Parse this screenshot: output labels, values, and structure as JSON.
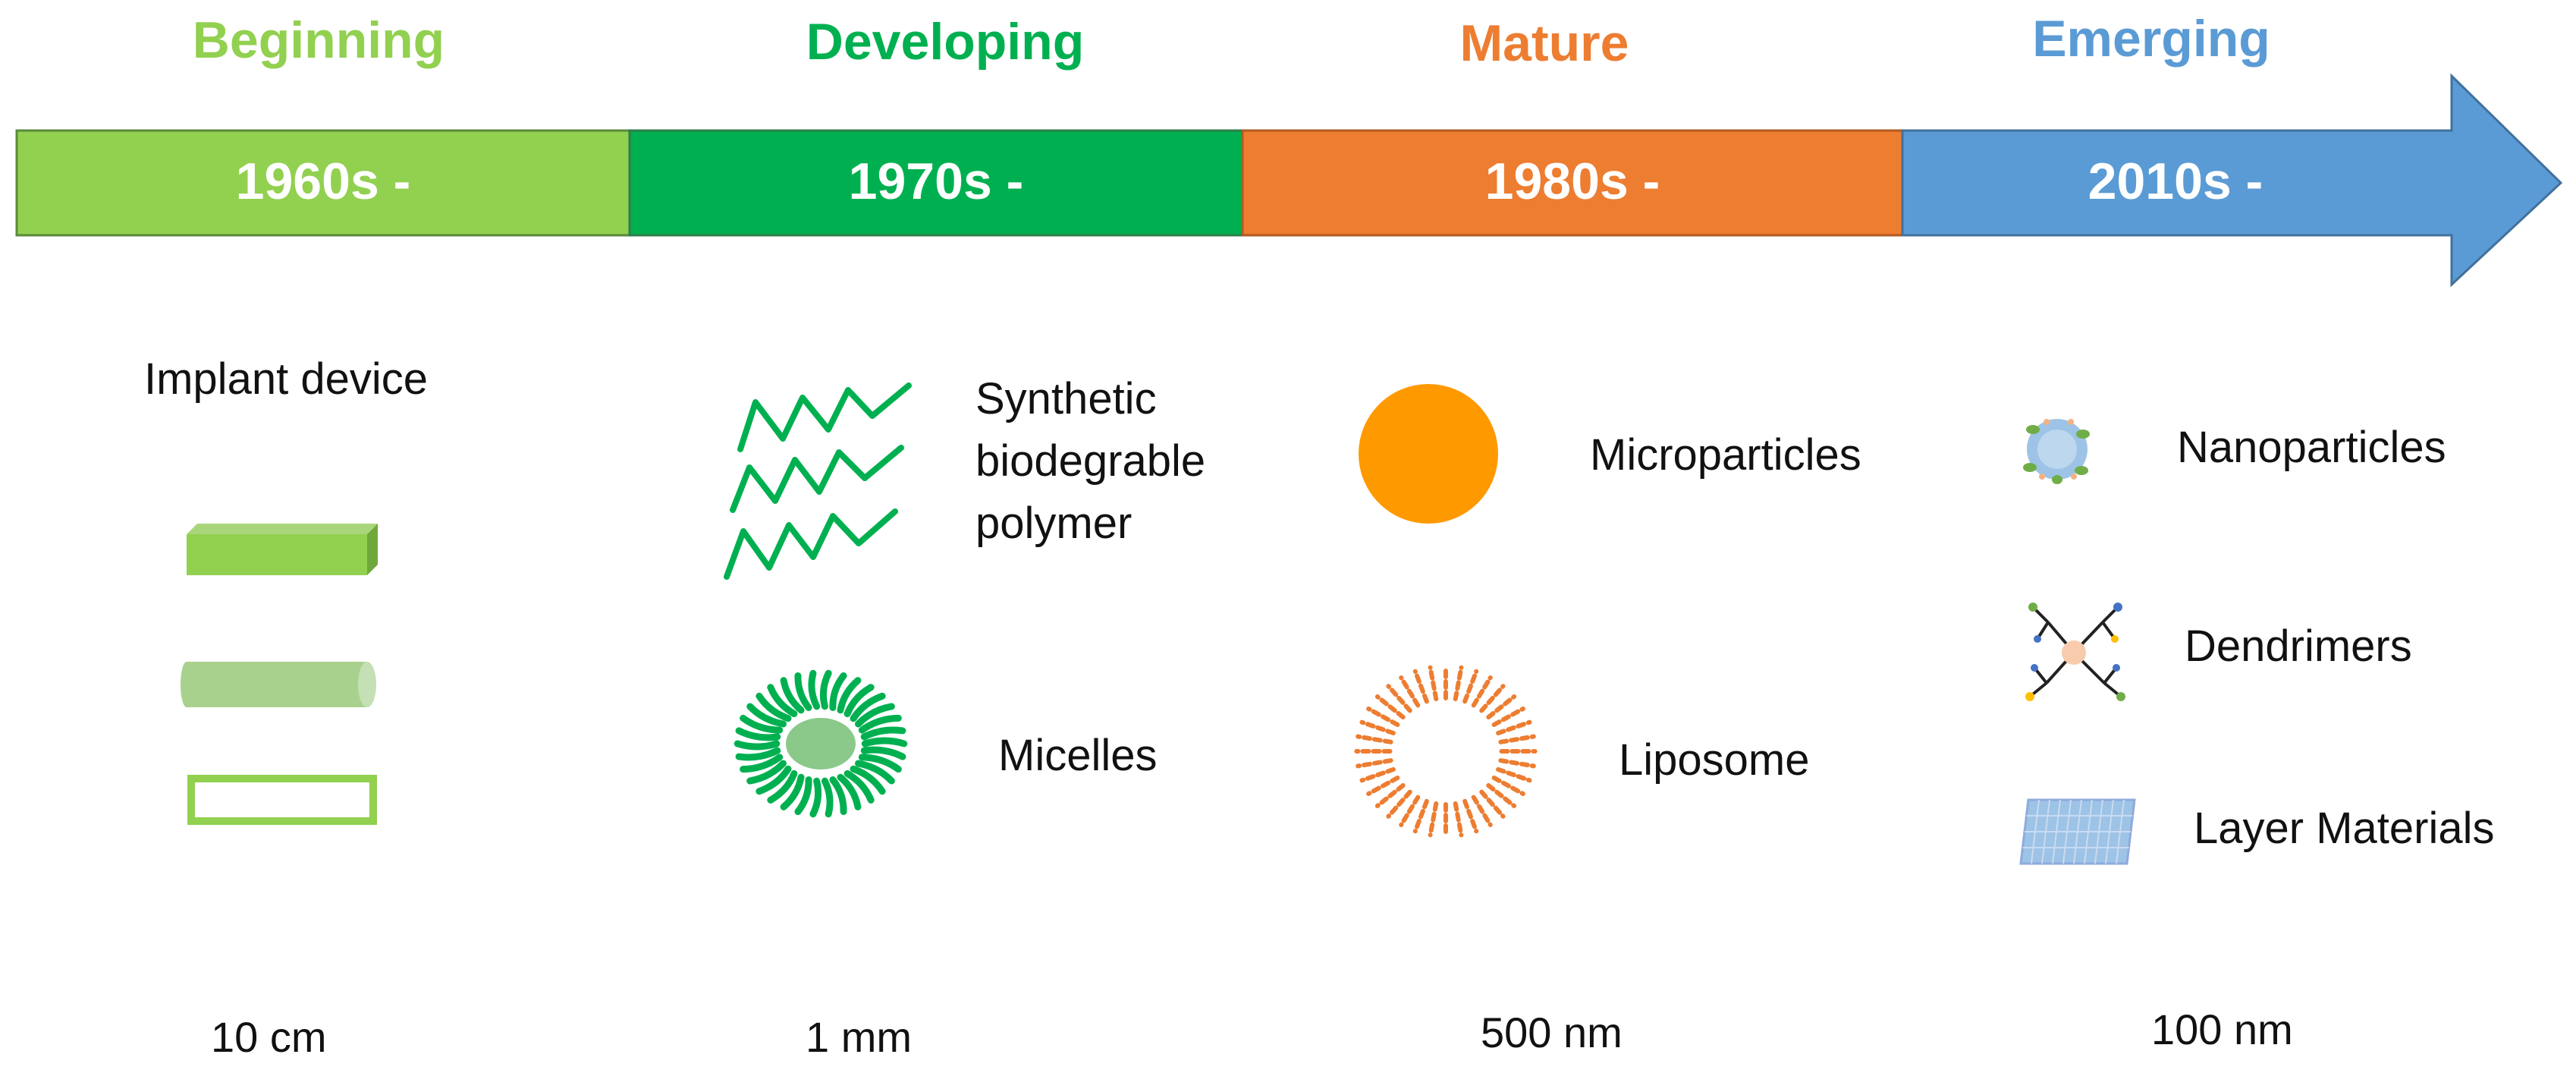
{
  "eras": [
    {
      "label": "Beginning",
      "color": "#92d050"
    },
    {
      "label": "Developing",
      "color": "#00b050"
    },
    {
      "label": "Mature",
      "color": "#ed7d31"
    },
    {
      "label": "Emerging",
      "color": "#5b9bd5"
    }
  ],
  "decades": [
    "1960s -",
    "1970s -",
    "1980s  -",
    "2010s -"
  ],
  "items": {
    "implant": "Implant device",
    "polymer_line1": "Synthetic",
    "polymer_line2": "biodegrable",
    "polymer_line3": "polymer",
    "micelles": "Micelles",
    "microparticles": "Microparticles",
    "liposome": "Liposome",
    "nanoparticles": "Nanoparticles",
    "dendrimers": "Dendrimers",
    "layer_materials": "Layer Materials"
  },
  "scales": [
    "10 cm",
    "1 mm",
    "500 nm",
    "100 nm"
  ]
}
